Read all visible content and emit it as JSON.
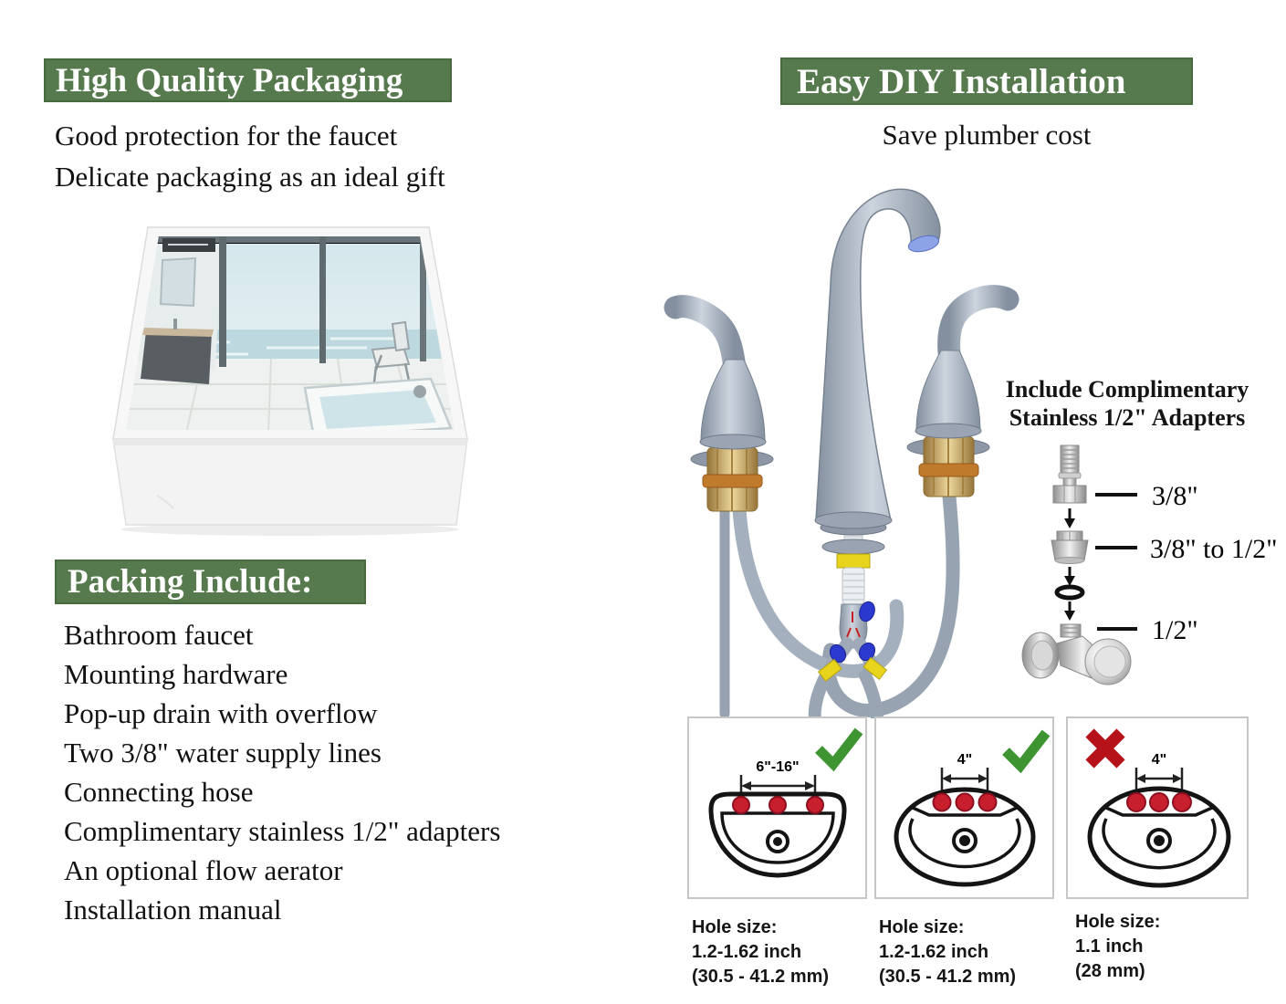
{
  "colors": {
    "banner_green": "#567a4d",
    "check_green": "#3d9431",
    "cross_red": "#b5121a",
    "hole_red": "#c81f2e",
    "faucet_gray": "#9aa5b4",
    "brass": "#c9a457"
  },
  "left": {
    "packaging_title": "High Quality Packaging",
    "packaging_line1": "Good protection for the faucet",
    "packaging_line2": "Delicate packaging as an ideal gift",
    "packing_title": "Packing Include:",
    "packing_items": [
      "Bathroom faucet",
      "Mounting hardware",
      "Pop-up drain with overflow",
      "Two 3/8\" water supply lines",
      "Connecting hose",
      "Complimentary stainless 1/2\" adapters",
      "An optional flow aerator",
      "Installation manual"
    ]
  },
  "right": {
    "title": "Easy DIY Installation",
    "subtitle": "Save plumber cost",
    "adapters_heading_line1": "Include Complimentary",
    "adapters_heading_line2": "Stainless 1/2\" Adapters",
    "adapter_labels": [
      "3/8\"",
      "3/8\" to 1/2\"",
      "1/2\""
    ],
    "sinks": [
      {
        "spacing": "6\"-16\"",
        "result": "compatible",
        "hole_line1": "Hole size:",
        "hole_line2": "1.2-1.62 inch",
        "hole_line3": "(30.5 - 41.2 mm)"
      },
      {
        "spacing": "4\"",
        "result": "compatible",
        "hole_line1": "Hole size:",
        "hole_line2": "1.2-1.62 inch",
        "hole_line3": "(30.5 - 41.2 mm)"
      },
      {
        "spacing": "4\"",
        "result": "not-compatible",
        "hole_line1": "Hole size:",
        "hole_line2": "1.1 inch",
        "hole_line3": "(28 mm)"
      }
    ]
  }
}
